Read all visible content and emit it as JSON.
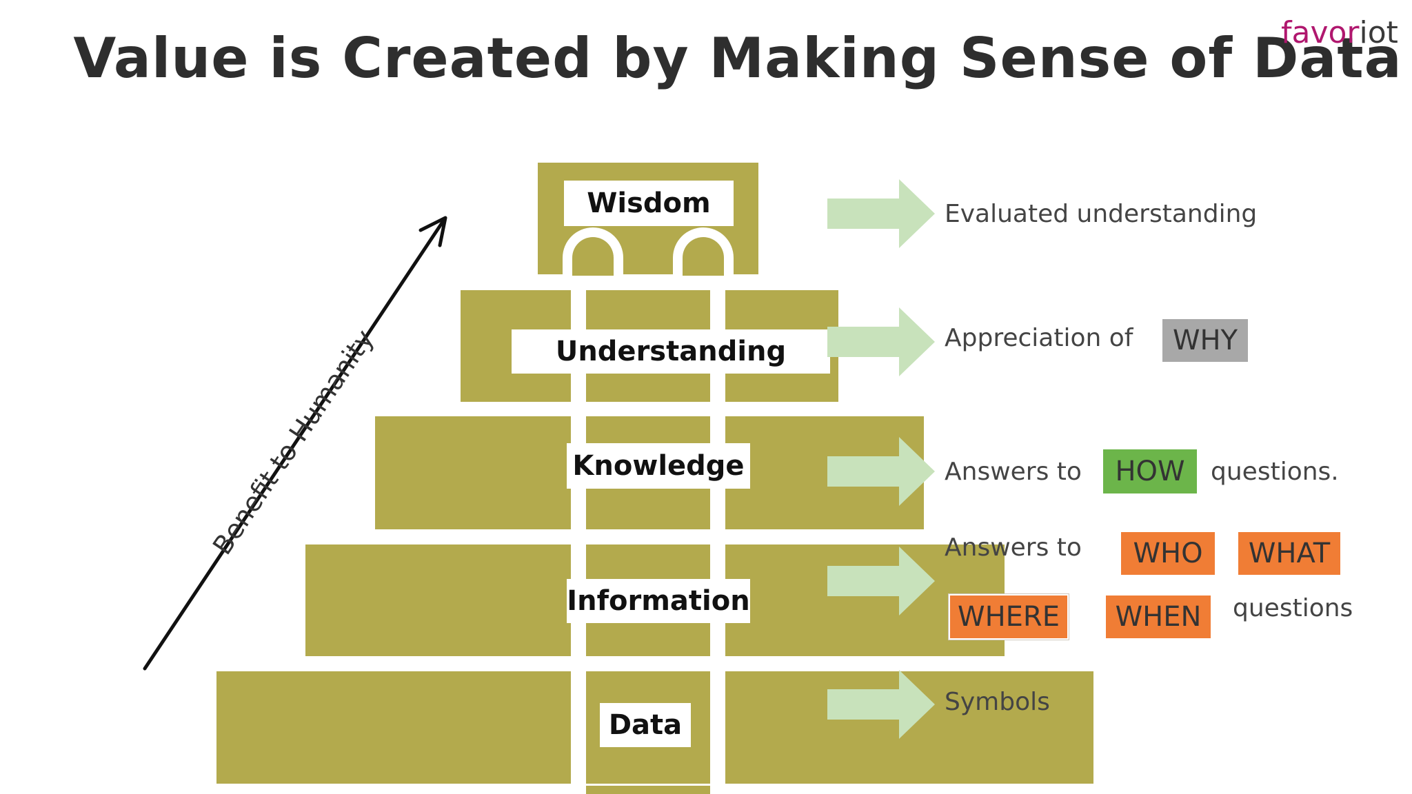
{
  "slide": {
    "title": "Value is Created by Making Sense of Data",
    "logo": {
      "part1": "favor",
      "part2": "iot"
    },
    "axis_label": "Benefit to Humanity"
  },
  "pyramid": {
    "levels": [
      {
        "name": "Wisdom"
      },
      {
        "name": "Understanding"
      },
      {
        "name": "Knowledge"
      },
      {
        "name": "Information"
      },
      {
        "name": "Data"
      }
    ]
  },
  "descriptions": {
    "wisdom": "Evaluated understanding",
    "understanding": "Appreciation of",
    "understanding_tag": "WHY",
    "knowledge_prefix": "Answers to",
    "knowledge_tag": "HOW",
    "knowledge_suffix": "questions.",
    "information_prefix": "Answers to",
    "information_tags": [
      "WHO",
      "WHAT",
      "WHERE",
      "WHEN"
    ],
    "information_suffix": "questions",
    "data": "Symbols"
  },
  "colors": {
    "block": "#b3aa4d",
    "arrow": "#c8e2bb",
    "why": "#a8a8a8",
    "how": "#6cb54a",
    "w_questions": "#f07d35"
  }
}
